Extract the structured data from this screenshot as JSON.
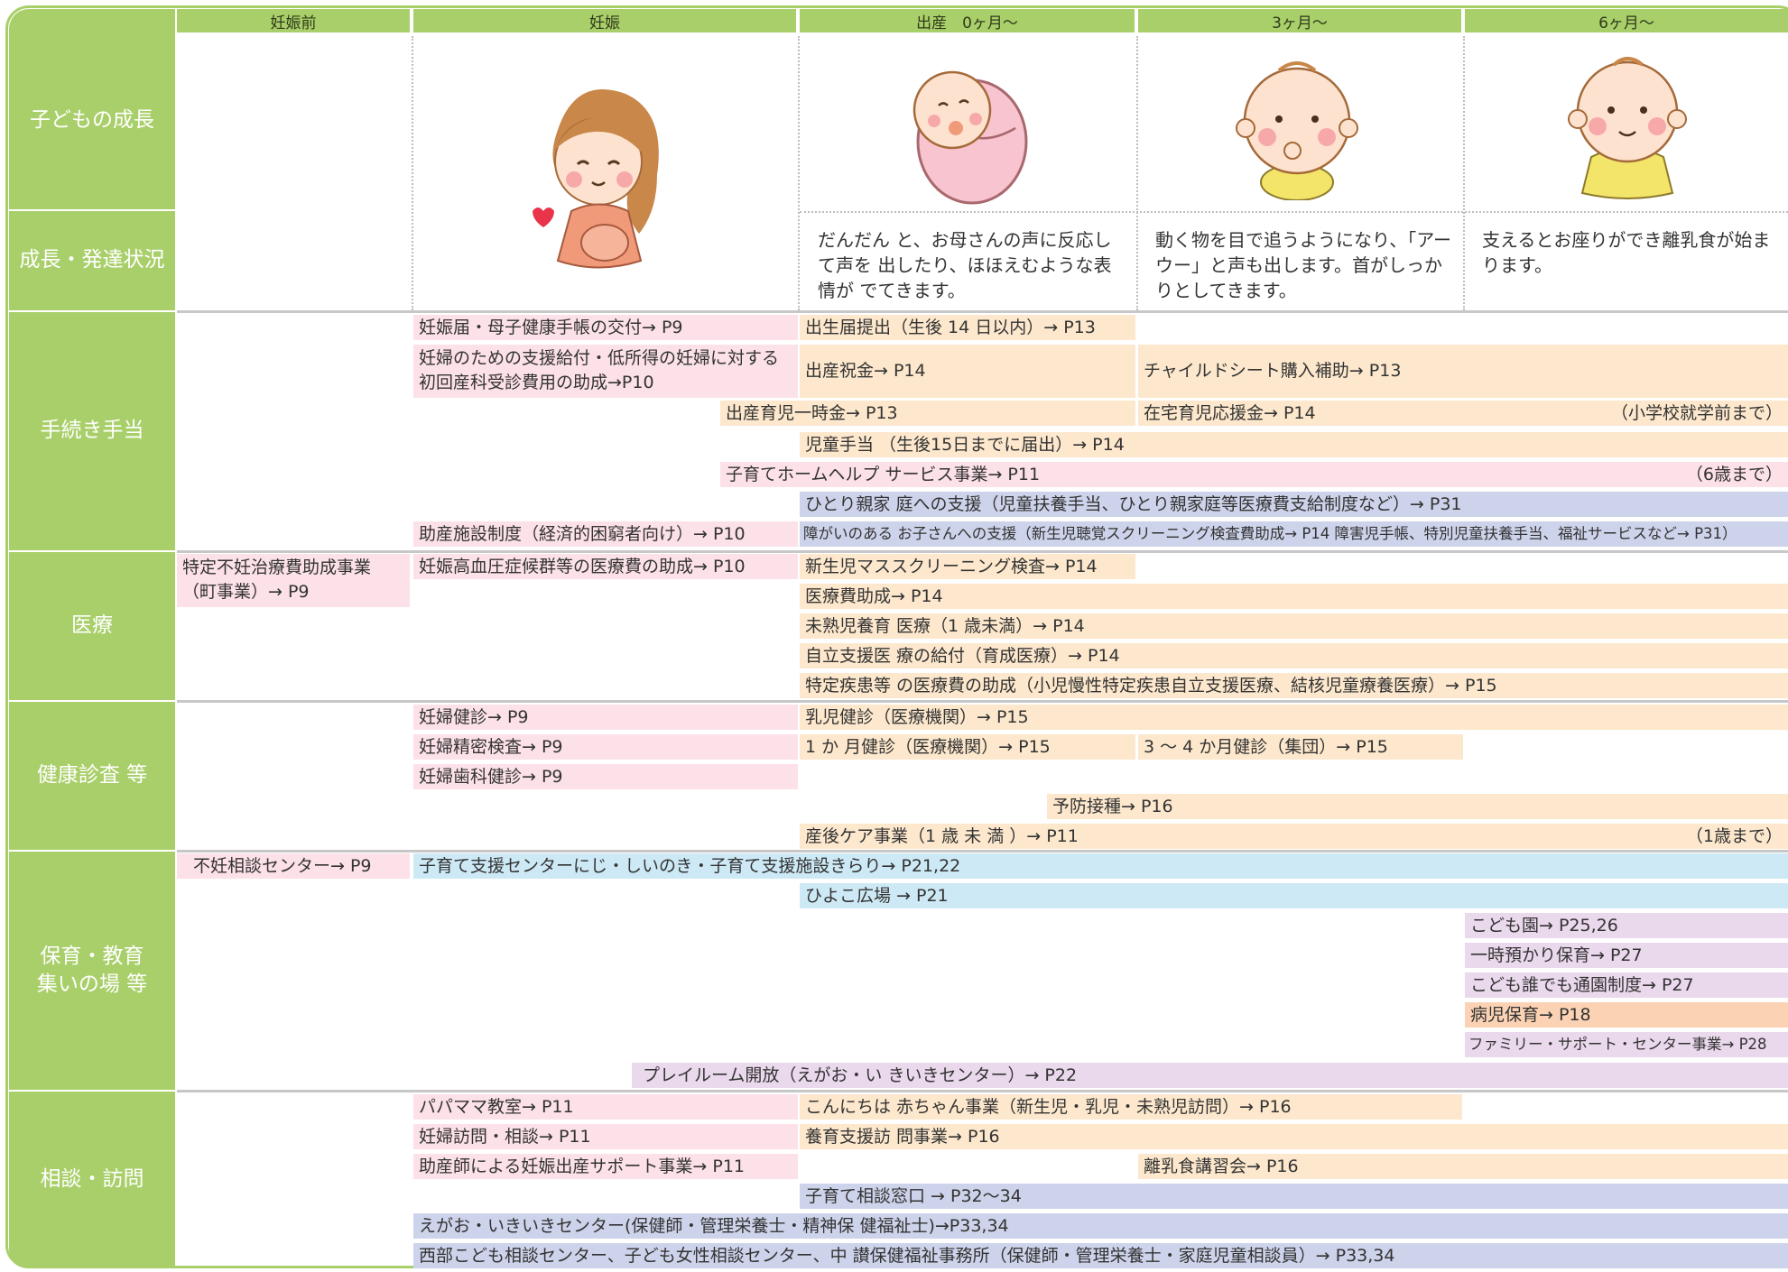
{
  "columns": [
    "妊娠前",
    "妊娠",
    "出産　0ヶ月～",
    "3ヶ月～",
    "6ヶ月～"
  ],
  "rows": {
    "growth": "子どもの成長",
    "development": "成長・発達状況",
    "procedures": "手続き手当",
    "medical": "医療",
    "health": "健康診査 等",
    "childcare": "保育・教育\n集いの場 等",
    "consult": "相談・訪問"
  },
  "development": {
    "birth": "だんだん と、お母さんの声に反応して声を 出したり、ほほえむような表情が でてきます。",
    "month3": "動く物を目で追うようになり、「アーウー」と声も出します。首がしっかりとしてきます。",
    "month6": "支えるとお座りができ離乳食が始まります。"
  },
  "bars": {
    "p1": "妊娠届・母子健康手帳の交付→ P9",
    "p2": "出生届提出（生後 14 日以内）→ P13",
    "p3": "妊婦のための支援給付・低所得の妊婦に対する初回産科受診費用の助成→P10",
    "p4": "出産祝金→ P14",
    "p5": "チャイルドシート購入補助→ P13",
    "p6": "出産育児一時金→ P13",
    "p7": "在宅育児応援金→ P14",
    "p7n": "（小学校就学前まで）",
    "p8": "児童手当 （生後15日までに届出）→ P14",
    "p9": "子育てホームヘルプ サービス事業→ P11",
    "p9n": "（6歳まで）",
    "p10": "ひとり親家 庭への支援（児童扶養手当、ひとり親家庭等医療費支給制度など）→ P31",
    "p11": "助産施設制度（経済的困窮者向け）→ P10",
    "p12": "障がいのある お子さんへの支援（新生児聴覚スクリーニング検査費助成→ P14 障害児手帳、特別児童扶養手当、福祉サービスなど→ P31）",
    "m1": "特定不妊治療費助成事業（町事業）→ P9",
    "m2": "妊娠高血圧症候群等の医療費の助成→ P10",
    "m3": "新生児マススクリーニング検査→ P14",
    "m4": "医療費助成→ P14",
    "m5": "未熟児養育 医療（1 歳未満）→ P14",
    "m6": "自立支援医 療の給付（育成医療）→ P14",
    "m7": "特定疾患等 の医療費の助成（小児慢性特定疾患自立支援医療、結核児童療養医療）→ P15",
    "h1": "妊婦健診→ P9",
    "h2": "乳児健診（医療機関）→ P15",
    "h3": "妊婦精密検査→ P9",
    "h4": "1 か 月健診（医療機関）→ P15",
    "h5": "3 ～ 4 か月健診（集団）→ P15",
    "h6": "妊婦歯科健診→ P9",
    "h7": "予防接種→ P16",
    "h8": "産後ケア事業（1 歳 未 満 ）→ P11",
    "h8n": "（1歳まで）",
    "c1": "不妊相談センター→ P9",
    "c2": "子育て支援センターにじ・しいのき・子育て支援施設きらり→ P21,22",
    "c3": "ひよこ広場 → P21",
    "c4": "こども園→ P25,26",
    "c5": "一時預かり保育→ P27",
    "c6": "こども誰でも通園制度→ P27",
    "c7": "病児保育→ P18",
    "c8": "ファミリー・サポート・センター事業→ P28",
    "c9": "プレイルーム開放（えがお・い きいきセンター）→ P22",
    "s1": "パパママ教室→ P11",
    "s2": "こんにちは 赤ちゃん事業（新生児・乳児・未熟児訪問）→ P16",
    "s3": "妊婦訪問・相談→ P11",
    "s4": "養育支援訪 問事業→ P16",
    "s5": "助産師による妊娠出産サポート事業→ P11",
    "s6": "離乳食講習会→ P16",
    "s7": "子育て相談窓口 → P32～34",
    "s8": "えがお・いきいきセンター(保健師・管理栄養士・精神保 健福祉士)→P33,34",
    "s9": "西部こども相談センター、子ども女性相談センター、中 讃保健福祉事務所（保健師・管理栄養士・家庭児童相談員）→ P33,34"
  },
  "colors": {
    "green": "#a9cf6a",
    "pink": "#fce1e8",
    "peach": "#fde8cd",
    "lavender": "#cdd3ea",
    "sky": "#cde9f5",
    "lilac": "#ead8ec",
    "salmon": "#fbd3b4"
  },
  "icons": [
    "pregnant-woman-illustration",
    "swaddled-newborn-illustration",
    "baby-3-months-illustration",
    "baby-6-months-illustration"
  ]
}
